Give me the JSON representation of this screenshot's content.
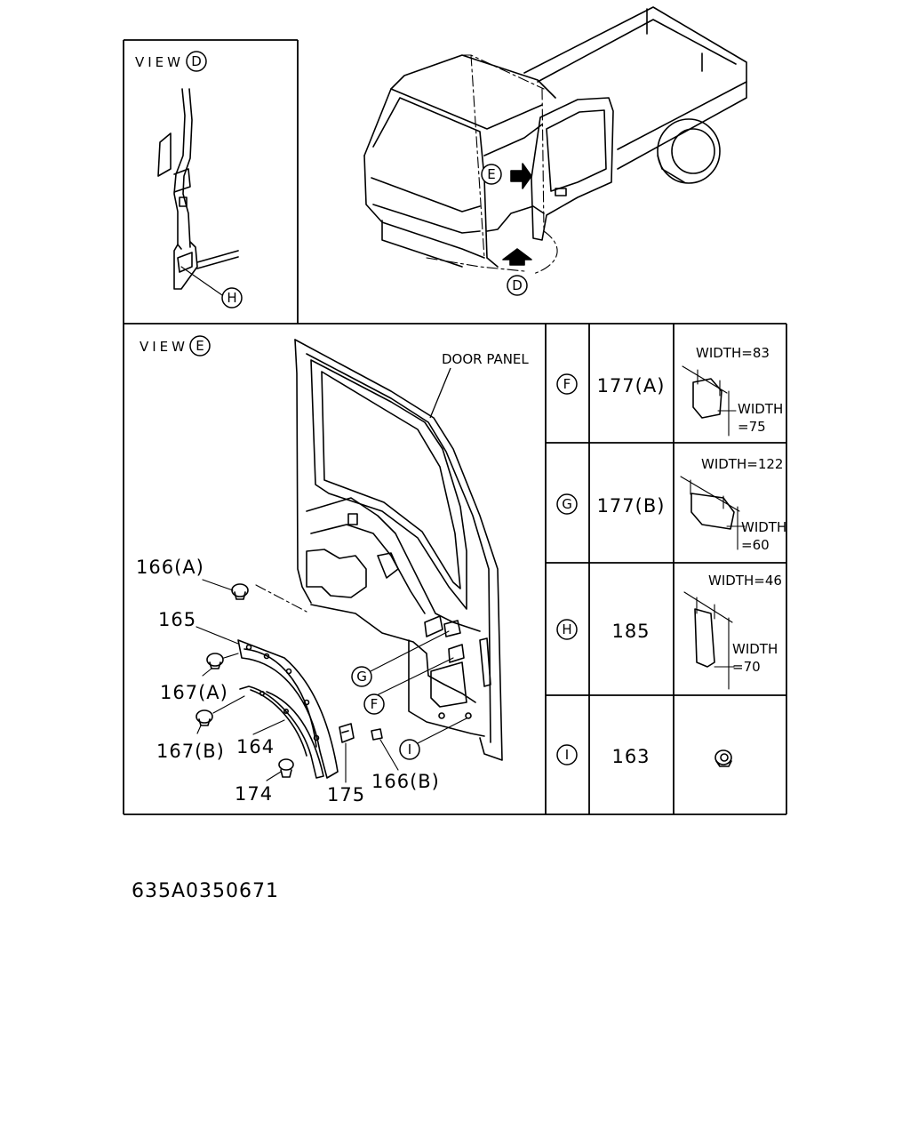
{
  "views": {
    "view_d": {
      "label": "VIEW",
      "letter": "D"
    },
    "view_e": {
      "label": "VIEW",
      "letter": "E"
    }
  },
  "truck_markers": {
    "e": "E",
    "d": "D"
  },
  "callouts": {
    "h": "H",
    "g": "G",
    "f": "F",
    "i": "I",
    "door_panel": "DOOR PANEL"
  },
  "part_numbers": {
    "p166a": "166(A)",
    "p165": "165",
    "p167a": "167(A)",
    "p167b": "167(B)",
    "p164": "164",
    "p174": "174",
    "p175": "175",
    "p166b": "166(B)"
  },
  "table": {
    "rows": [
      {
        "ref": "F",
        "part": "177(A)",
        "width_top": "WIDTH=83",
        "width_side_1": "WIDTH",
        "width_side_2": "=75"
      },
      {
        "ref": "G",
        "part": "177(B)",
        "width_top": "WIDTH=122",
        "width_side_1": "WIDTH",
        "width_side_2": "=60"
      },
      {
        "ref": "H",
        "part": "185",
        "width_top": "WIDTH=46",
        "width_side_1": "WIDTH",
        "width_side_2": "=70"
      },
      {
        "ref": "I",
        "part": "163",
        "width_top": "",
        "width_side_1": "",
        "width_side_2": ""
      }
    ]
  },
  "drawing_code": "635A0350671"
}
